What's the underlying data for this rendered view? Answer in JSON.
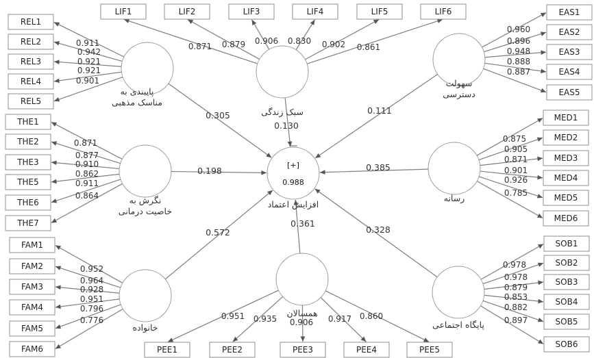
{
  "colors": {
    "line": "#7d7d7d",
    "box_border": "#8c8c8c",
    "circle_border": "#9a9a9a",
    "text": "#222222"
  },
  "diagram": {
    "center": {
      "name": "افزایش اعتماد",
      "symbol": "[+]",
      "r2": "0.988"
    },
    "constructs": [
      {
        "id": "rel",
        "name": [
          "پایبندی به",
          "مناسک مذهبی"
        ],
        "path": "0.305",
        "indicators": [
          "REL1",
          "REL2",
          "REL3",
          "REL4",
          "REL5"
        ],
        "loadings": [
          "0.911",
          "0.942",
          "0.921",
          "0.921",
          "0.901"
        ]
      },
      {
        "id": "lif",
        "name": [
          "سبک زندگی"
        ],
        "path": "0.130",
        "indicators": [
          "LIF1",
          "LIF2",
          "LIF3",
          "LIF4",
          "LIF5",
          "LIF6"
        ],
        "loadings": [
          "0.871",
          "0.879",
          "0.906",
          "0.830",
          "0.902",
          "0.861"
        ]
      },
      {
        "id": "eas",
        "name": [
          "سهولت",
          "دسترسی"
        ],
        "path": "0.111",
        "indicators": [
          "EAS1",
          "EAS2",
          "EAS3",
          "EAS4",
          "EAS5"
        ],
        "loadings": [
          "0.960",
          "0.896",
          "0.948",
          "0.888",
          "0.887"
        ]
      },
      {
        "id": "the",
        "name": [
          "نگرش به",
          "خاصیت درمانی"
        ],
        "path": "0.198",
        "indicators": [
          "THE1",
          "THE2",
          "THE3",
          "THE5",
          "THE6",
          "THE7"
        ],
        "loadings": [
          "0.871",
          "0.877",
          "0.910",
          "0.862",
          "0.911",
          "0.864"
        ]
      },
      {
        "id": "med",
        "name": [
          "رسانه"
        ],
        "path": "0.385",
        "indicators": [
          "MED1",
          "MED2",
          "MED3",
          "MED4",
          "MED5",
          "MED6"
        ],
        "loadings": [
          "0.875",
          "0.905",
          "0.871",
          "0.901",
          "0.926",
          "0.785"
        ]
      },
      {
        "id": "fam",
        "name": [
          "خانواده"
        ],
        "path": "0.572",
        "indicators": [
          "FAM1",
          "FAM2",
          "FAM3",
          "FAM4",
          "FAM5",
          "FAM6"
        ],
        "loadings": [
          "0.952",
          "0.964",
          "0.928",
          "0.951",
          "0.796",
          "0.776"
        ]
      },
      {
        "id": "pee",
        "name": [
          "همسالان"
        ],
        "path": "0.361",
        "indicators": [
          "PEE1",
          "PEE2",
          "PEE3",
          "PEE4",
          "PEE5"
        ],
        "loadings": [
          "0.951",
          "0.935",
          "0.906",
          "0.917",
          "0.860"
        ]
      },
      {
        "id": "sob",
        "name": [
          "پایگاه اجتماعی"
        ],
        "path": "0.328",
        "indicators": [
          "SOB1",
          "SOB2",
          "SOB3",
          "SOB4",
          "SOB5",
          "SOB6"
        ],
        "loadings": [
          "0.978",
          "0.978",
          "0.879",
          "0.853",
          "0.882",
          "0.897"
        ]
      }
    ]
  }
}
